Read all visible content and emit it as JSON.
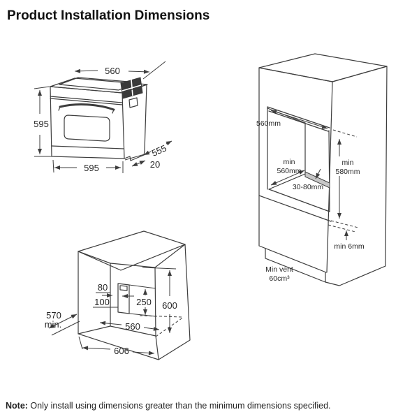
{
  "title": "Product Installation Dimensions",
  "note": {
    "label": "Note:",
    "text": " Only install using dimensions greater than the minimum dimensions specified."
  },
  "oven": {
    "top_width": "560",
    "height": "595",
    "front_width": "595",
    "depth": "555",
    "rear_step": "20"
  },
  "cabinet": {
    "opening_width": "560mm",
    "min_depth": {
      "line1": "min",
      "line2": "560mm"
    },
    "min_height": {
      "line1": "min",
      "line2": "580mm"
    },
    "rear_vent_gap": "30-80mm",
    "door_gap": "min 6mm",
    "vent": {
      "line1": "Min vent",
      "line2": "60cm³"
    }
  },
  "niche": {
    "socket_offset_a": "80",
    "socket_offset_b": "100",
    "socket_zone_height": "250",
    "opening_width": "560",
    "opening_height": "600",
    "depth": {
      "line1": "570",
      "line2": "min."
    },
    "outer_width": "606"
  }
}
